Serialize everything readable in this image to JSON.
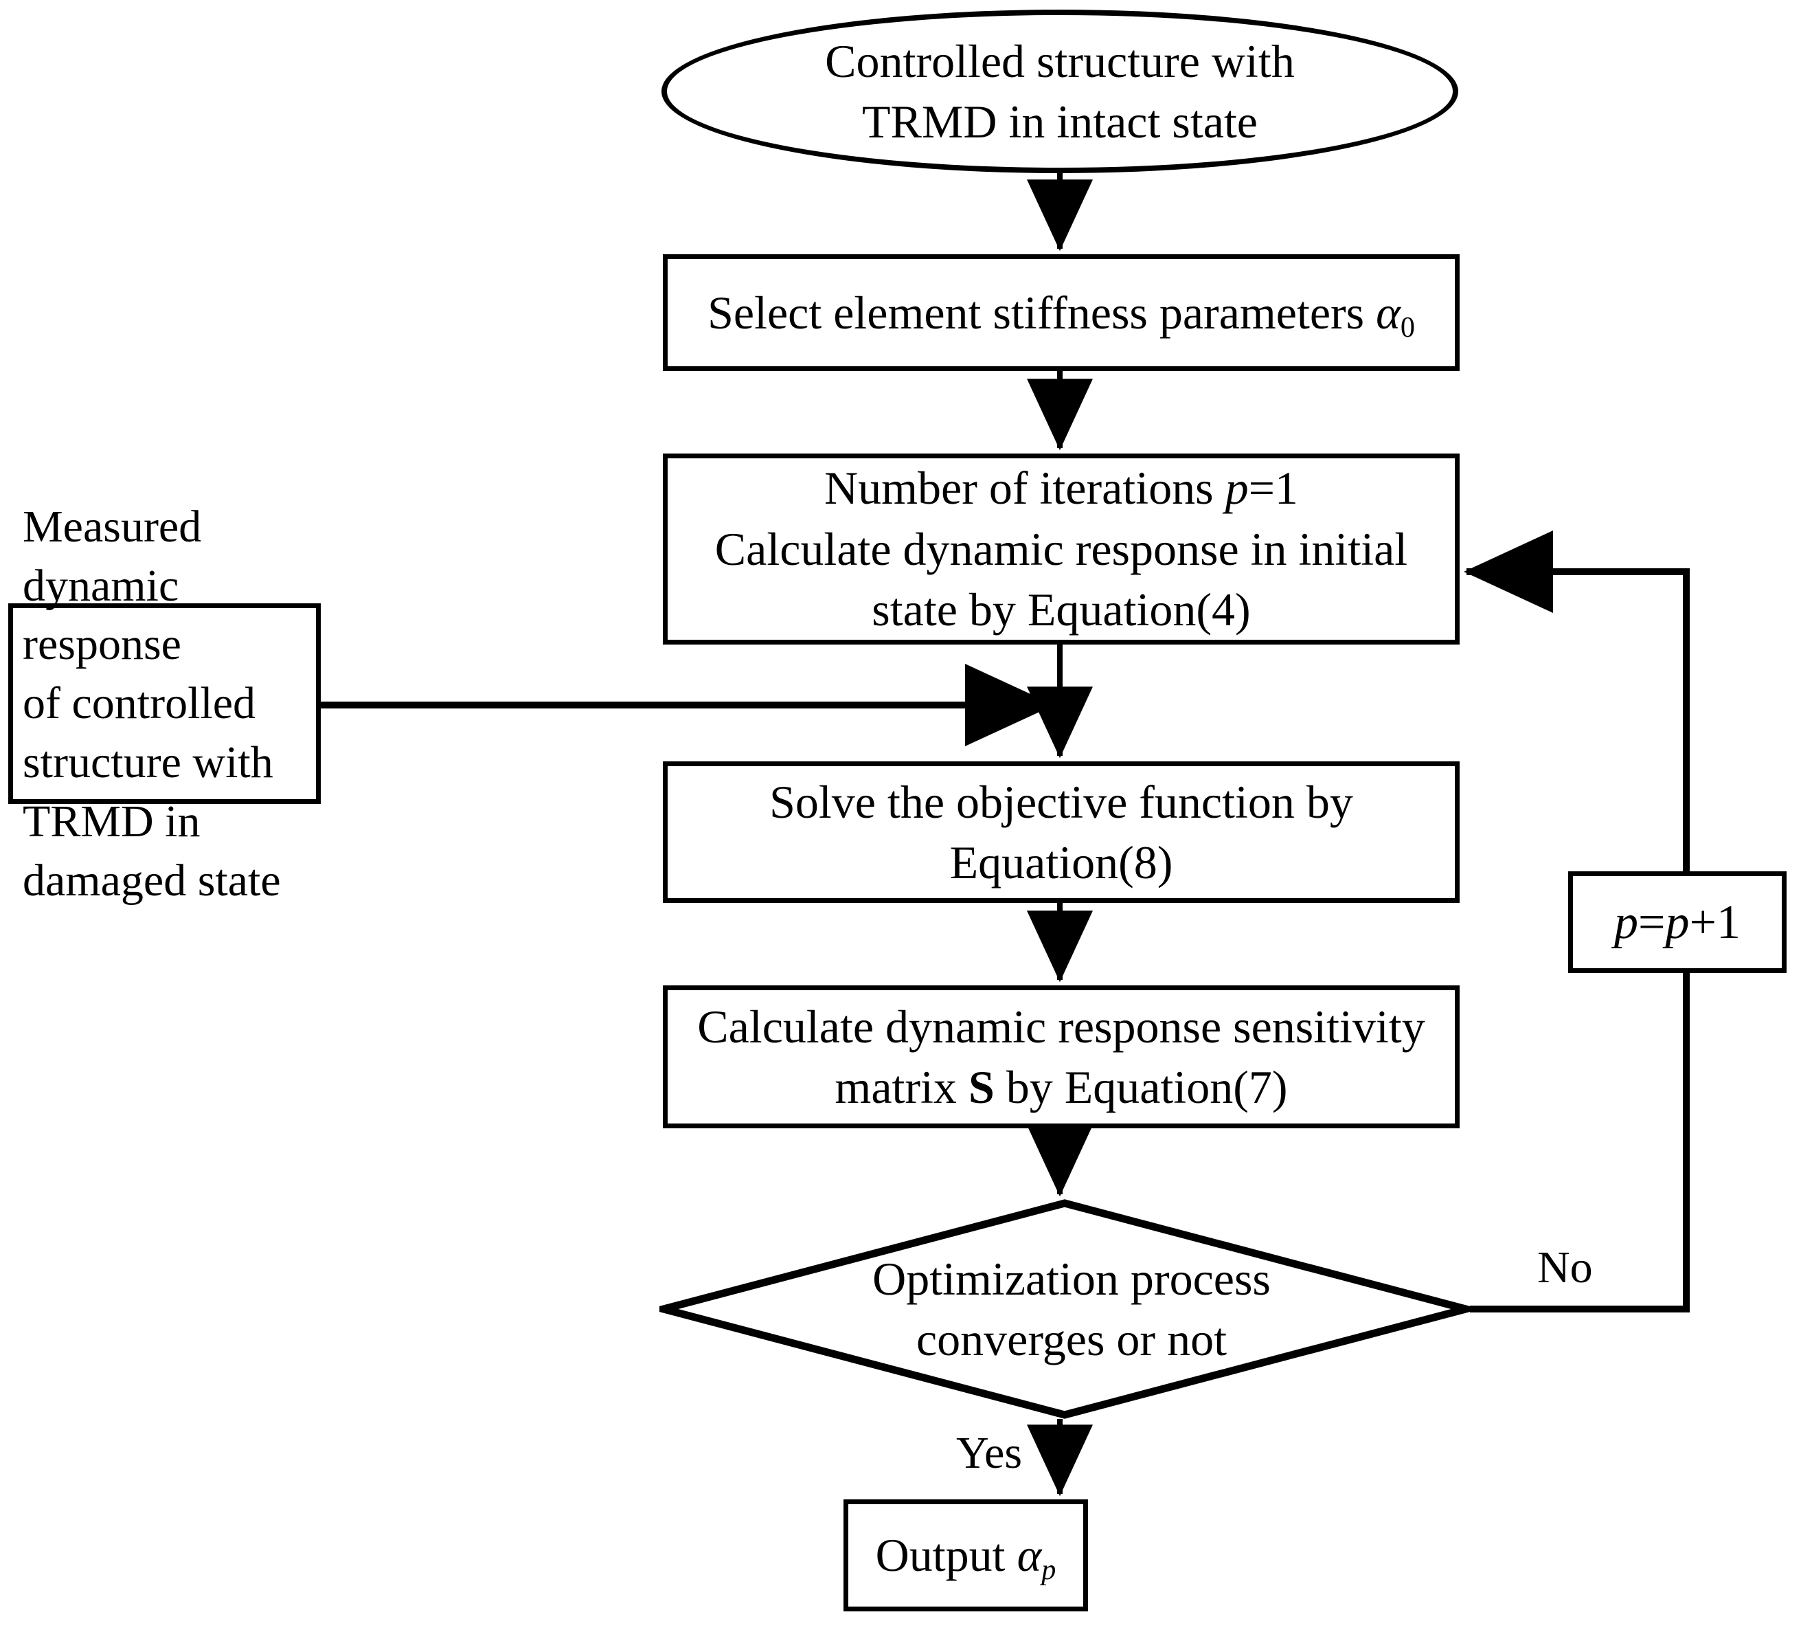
{
  "diagram": {
    "type": "flowchart",
    "title": "Damage identification iterative procedure for controlled structure with TRMD",
    "orientation": "top-to-bottom",
    "stroke_color": "#000000",
    "fill_color": "#ffffff",
    "nodes": [
      {
        "id": "start",
        "shape": "ellipse",
        "text": "Controlled structure with\nTRMD in intact state"
      },
      {
        "id": "select",
        "shape": "rectangle",
        "text_prefix": "Select element stiffness parameters ",
        "symbol": "α",
        "subscript": "0"
      },
      {
        "id": "iterations",
        "shape": "rectangle",
        "line1_prefix": "Number of iterations  ",
        "line1_symbol": "p",
        "line1_suffix": "=1",
        "line2": "Calculate dynamic response in initial",
        "line3": "state by Equation(4)"
      },
      {
        "id": "measured",
        "shape": "rectangle",
        "text": "Measured dynamic response\nof controlled structure with\nTRMD in damaged state"
      },
      {
        "id": "solve",
        "shape": "rectangle",
        "text": "Solve the objective function by\nEquation(8)"
      },
      {
        "id": "sensitivity",
        "shape": "rectangle",
        "line1": "Calculate dynamic response sensitivity",
        "line2_prefix": "matrix ",
        "line2_symbol": "S",
        "line2_suffix": " by Equation(7)"
      },
      {
        "id": "decision",
        "shape": "diamond",
        "text": "Optimization process\nconverges or not"
      },
      {
        "id": "increment",
        "shape": "rectangle",
        "symbol_left": "p",
        "equals": "=",
        "symbol_right": "p",
        "suffix": "+1"
      },
      {
        "id": "output",
        "shape": "rectangle",
        "text_prefix": "Output ",
        "symbol": "α",
        "subscript": "p"
      }
    ],
    "edges": [
      {
        "from": "start",
        "to": "select",
        "label": ""
      },
      {
        "from": "select",
        "to": "iterations",
        "label": ""
      },
      {
        "from": "iterations",
        "to": "solve",
        "label": ""
      },
      {
        "from": "measured",
        "to": "solve",
        "label": ""
      },
      {
        "from": "solve",
        "to": "sensitivity",
        "label": ""
      },
      {
        "from": "sensitivity",
        "to": "decision",
        "label": ""
      },
      {
        "from": "decision",
        "to": "increment",
        "label": "No"
      },
      {
        "from": "increment",
        "to": "iterations",
        "label": ""
      },
      {
        "from": "decision",
        "to": "output",
        "label": "Yes"
      }
    ],
    "edge_labels": {
      "no": "No",
      "yes": "Yes"
    }
  }
}
